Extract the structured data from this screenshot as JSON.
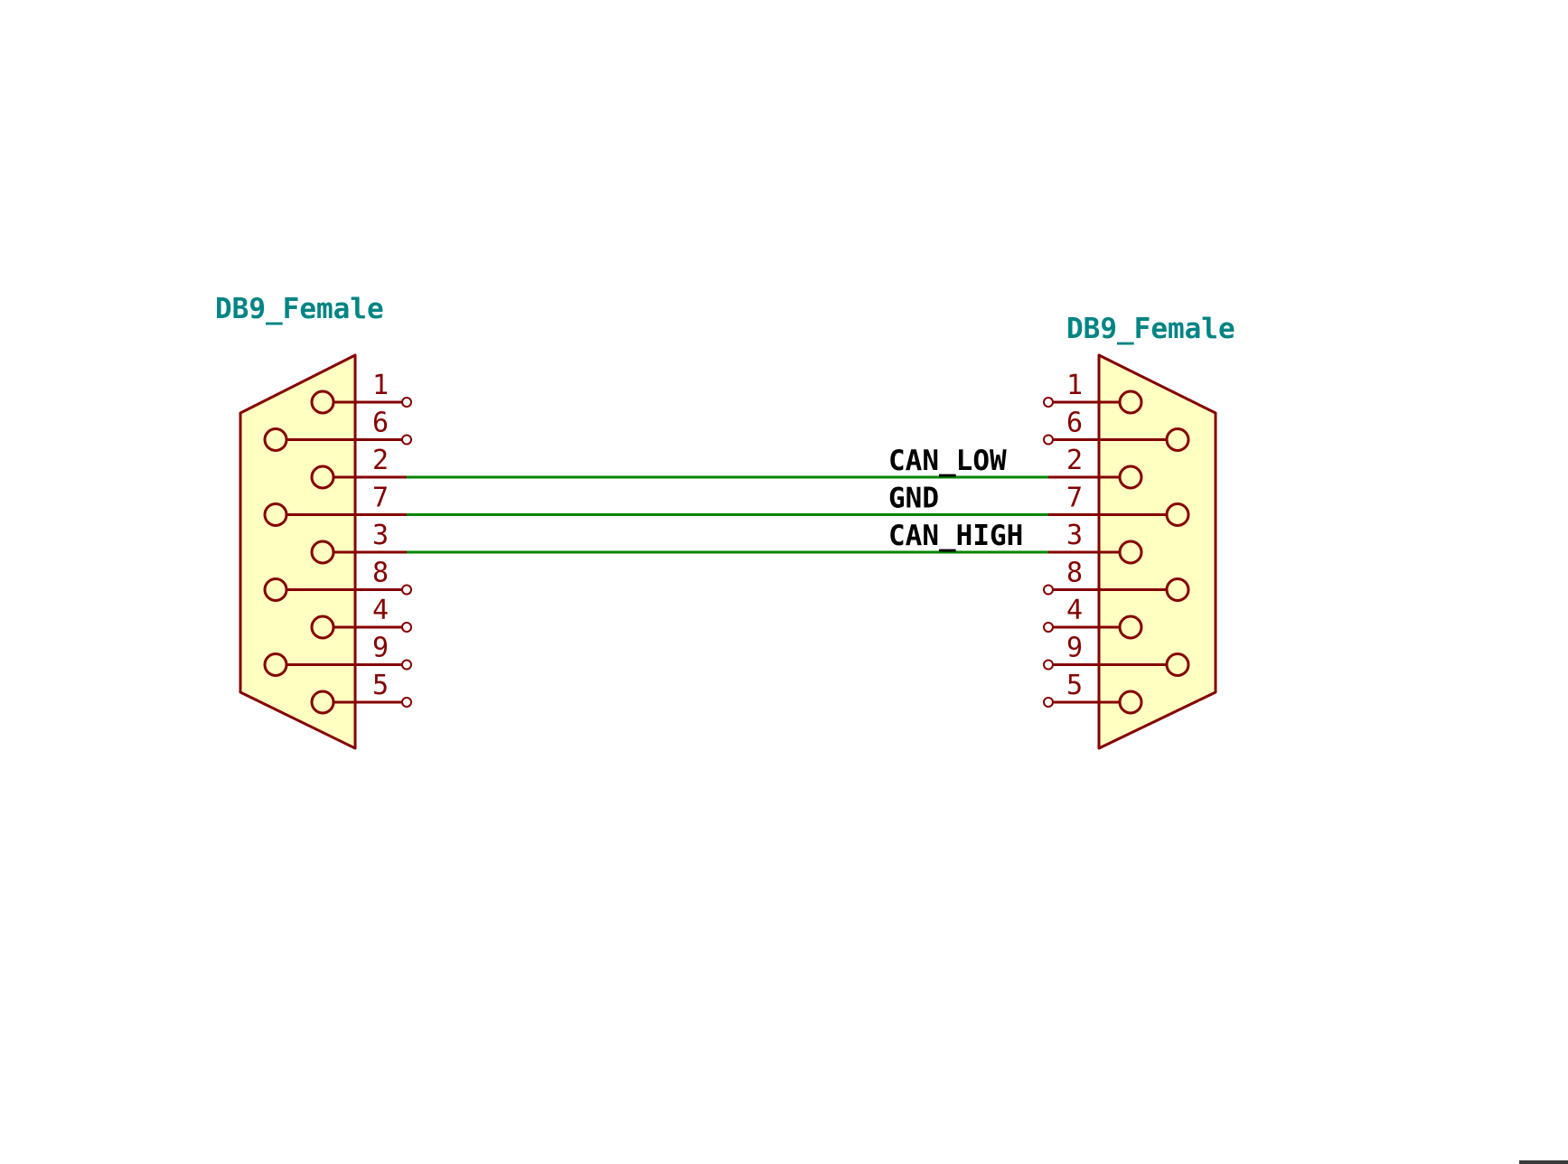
{
  "schematic": {
    "background": "#FFFFFF",
    "colors": {
      "body_fill": "#FFFFC2",
      "outline": "#840000",
      "pin": "#840000",
      "pin_number": "#840000",
      "component_label": "#008484",
      "wire": "#008400",
      "wire_label": "#000000",
      "sheet_border": "#3A3A3A"
    },
    "connectors": [
      {
        "id": "left",
        "label": "DB9_Female",
        "side": "left",
        "pins": [
          "1",
          "6",
          "2",
          "7",
          "3",
          "8",
          "4",
          "9",
          "5"
        ]
      },
      {
        "id": "right",
        "label": "DB9_Female",
        "side": "right",
        "pins": [
          "1",
          "6",
          "2",
          "7",
          "3",
          "8",
          "4",
          "9",
          "5"
        ]
      }
    ],
    "wires": [
      {
        "label": "CAN_LOW",
        "left_pin": "2",
        "right_pin": "2"
      },
      {
        "label": "GND",
        "left_pin": "7",
        "right_pin": "7"
      },
      {
        "label": "CAN_HIGH",
        "left_pin": "3",
        "right_pin": "3"
      }
    ]
  }
}
